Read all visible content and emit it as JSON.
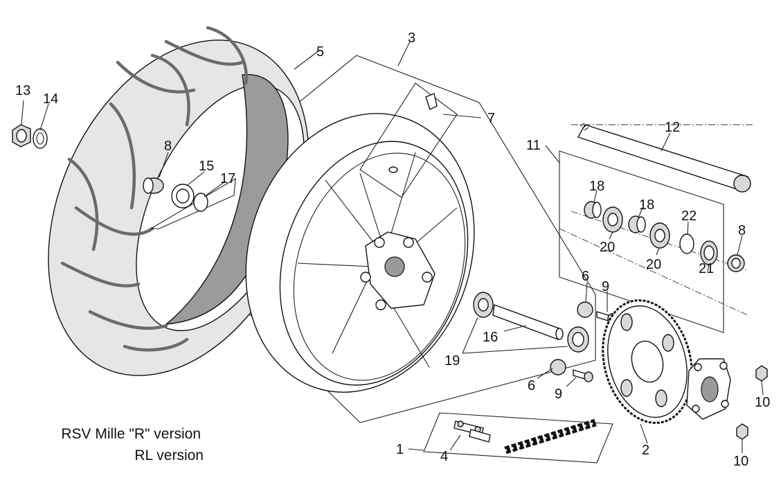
{
  "callouts": {
    "c1": "1",
    "c2": "2",
    "c3": "3",
    "c4": "4",
    "c5": "5",
    "c6a": "6",
    "c6b": "6",
    "c7": "7",
    "c8a": "8",
    "c8b": "8",
    "c9a": "9",
    "c9b": "9",
    "c10a": "10",
    "c10b": "10",
    "c11": "11",
    "c12": "12",
    "c13": "13",
    "c14": "14",
    "c15": "15",
    "c16": "16",
    "c17": "17",
    "c18a": "18",
    "c18b": "18",
    "c19": "19",
    "c20a": "20",
    "c20b": "20",
    "c21": "21",
    "c22": "22"
  },
  "caption": {
    "line1": "RSV Mille \"R\" version",
    "line2": "RL version"
  },
  "colors": {
    "ink": "#111111",
    "tread": "#6b6b6b",
    "shade": "#9a9a9a"
  }
}
